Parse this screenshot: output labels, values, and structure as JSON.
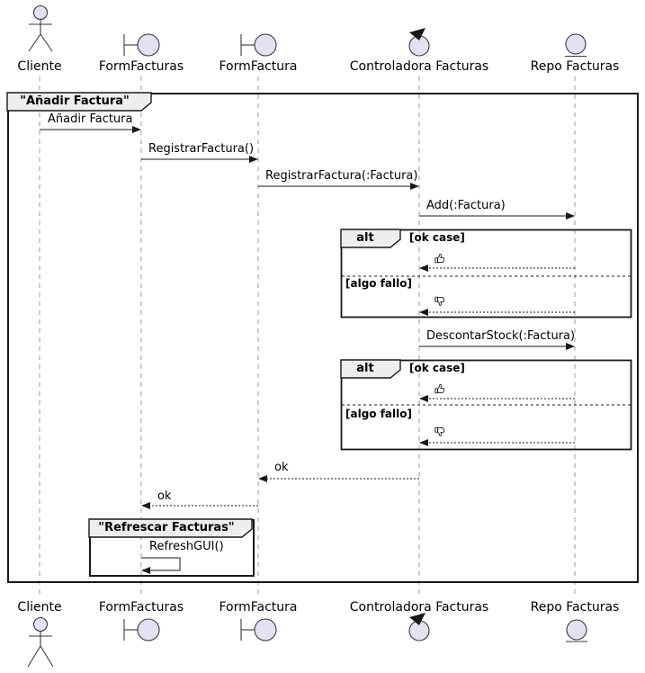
{
  "diagram": {
    "type": "uml-sequence-diagram",
    "main_frame_title": "\"Añadir Factura\"",
    "inner_frame_title": "\"Refrescar Facturas\""
  },
  "participants": [
    {
      "name": "Cliente",
      "type": "actor",
      "icon": "actor-icon"
    },
    {
      "name": "FormFacturas",
      "type": "boundary",
      "icon": "boundary-icon"
    },
    {
      "name": "FormFactura",
      "type": "boundary",
      "icon": "boundary-icon"
    },
    {
      "name": "Controladora Facturas",
      "type": "control",
      "icon": "control-icon"
    },
    {
      "name": "Repo Facturas",
      "type": "entity",
      "icon": "entity-icon"
    }
  ],
  "messages": [
    {
      "label": "Añadir Factura",
      "from": "Cliente",
      "to": "FormFacturas",
      "kind": "sync"
    },
    {
      "label": "RegistrarFactura()",
      "from": "FormFacturas",
      "to": "FormFactura",
      "kind": "sync"
    },
    {
      "label": "RegistrarFactura(:Factura)",
      "from": "FormFactura",
      "to": "Controladora Facturas",
      "kind": "sync"
    },
    {
      "label": "Add(:Factura)",
      "from": "Controladora Facturas",
      "to": "Repo Facturas",
      "kind": "sync"
    },
    {
      "label": "DescontarStock(:Factura)",
      "from": "Controladora Facturas",
      "to": "Repo Facturas",
      "kind": "sync"
    },
    {
      "label": "ok",
      "from": "Controladora Facturas",
      "to": "FormFactura",
      "kind": "return"
    },
    {
      "label": "ok",
      "from": "FormFactura",
      "to": "FormFacturas",
      "kind": "return"
    },
    {
      "label": "RefreshGUI()",
      "from": "FormFacturas",
      "to": "FormFacturas",
      "kind": "self"
    }
  ],
  "alt_fragments": [
    {
      "operator": "alt",
      "guards": [
        "[ok case]",
        "[algo fallo]"
      ],
      "returns": [
        {
          "icon": "thumbs-up-icon",
          "from": "Repo Facturas",
          "to": "Controladora Facturas"
        },
        {
          "icon": "thumbs-down-icon",
          "from": "Repo Facturas",
          "to": "Controladora Facturas"
        }
      ]
    },
    {
      "operator": "alt",
      "guards": [
        "[ok case]",
        "[algo fallo]"
      ],
      "returns": [
        {
          "icon": "thumbs-up-icon",
          "from": "Repo Facturas",
          "to": "Controladora Facturas"
        },
        {
          "icon": "thumbs-down-icon",
          "from": "Repo Facturas",
          "to": "Controladora Facturas"
        }
      ]
    }
  ],
  "colors": {
    "participant_fill": "#E2E2F0",
    "frame_tab_bg": "#EEEEEE",
    "line": "#181818",
    "lifeline": "#999999"
  }
}
